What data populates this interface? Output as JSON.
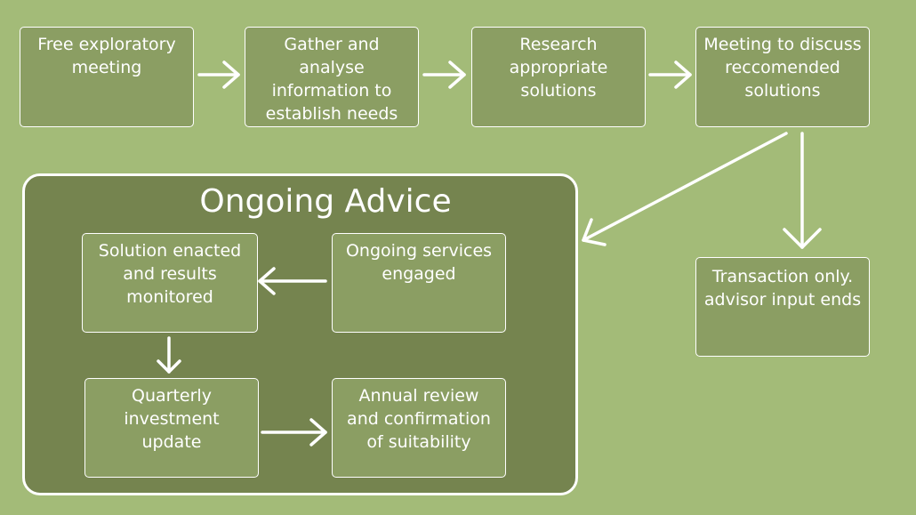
{
  "top_steps": [
    "Free exploratory\nmeeting",
    "Gather and\nanalyse\ninformation to\nestablish needs",
    "Research\nappropriate\nsolutions",
    "Meeting to discuss\nreccomended\nsolutions"
  ],
  "ongoing": {
    "title": "Ongoing Advice",
    "solution_enacted": "Solution enacted\nand results\nmonitored",
    "ongoing_services": "Ongoing services\nengaged",
    "quarterly_update": "Quarterly\ninvestment\nupdate",
    "annual_review": "Annual review\nand confirmation\nof suitability"
  },
  "transaction_only": "Transaction only.\nadvisor input ends",
  "colors": {
    "background": "#a3bb78",
    "box_fill": "#8b9e63",
    "panel_fill": "#75844f",
    "stroke": "#ffffff"
  }
}
